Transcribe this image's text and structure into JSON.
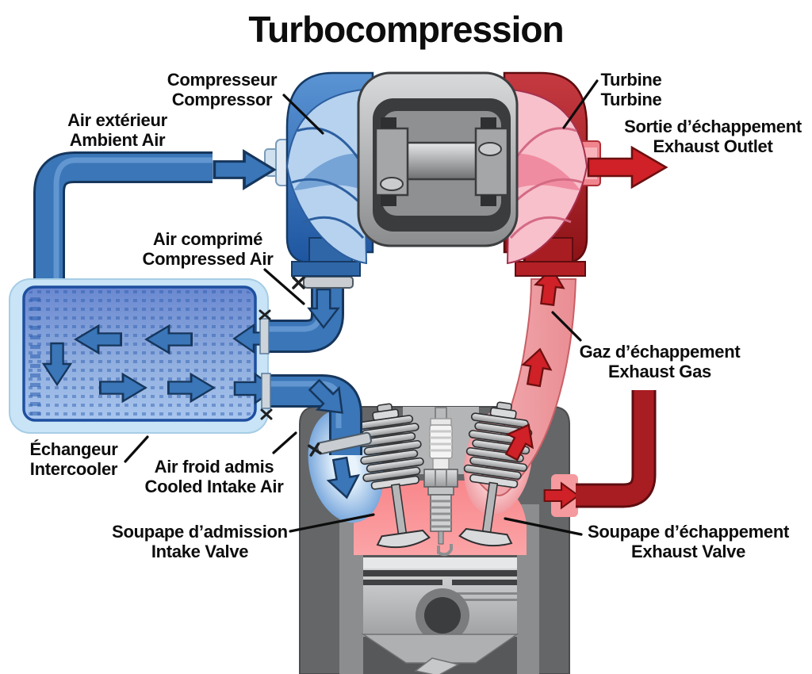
{
  "title": "Turbocompression",
  "labels": {
    "compressor": {
      "fr": "Compresseur",
      "en": "Compressor"
    },
    "turbine": {
      "fr": "Turbine",
      "en": "Turbine"
    },
    "ambient_air": {
      "fr": "Air extérieur",
      "en": "Ambient Air"
    },
    "exhaust_outlet": {
      "fr": "Sortie d’échappement",
      "en": "Exhaust Outlet"
    },
    "compressed_air": {
      "fr": "Air comprimé",
      "en": "Compressed Air"
    },
    "exhaust_gas": {
      "fr": "Gaz d’échappement",
      "en": "Exhaust Gas"
    },
    "intercooler": {
      "fr": "Échangeur",
      "en": "Intercooler"
    },
    "cooled_intake_air": {
      "fr": "Air froid admis",
      "en": "Cooled Intake Air"
    },
    "intake_valve": {
      "fr": "Soupape d’admission",
      "en": "Intake Valve"
    },
    "exhaust_valve": {
      "fr": "Soupape d’échappement",
      "en": "Exhaust Valve"
    }
  },
  "colors": {
    "intake_blue": "#3a76b8",
    "intake_blue_dark": "#16365c",
    "flow_red": "#cf2127",
    "exhaust_red": "#a81d22",
    "exhaust_pink": "#ee9a9e",
    "turbine_pink": "#f7c0cb",
    "intercooler_shell": "#c8e4f6",
    "housing_gray": "#aeb0b2",
    "engine_gray": "#646668",
    "chamber_pink": "#f98e92",
    "text_black": "#0d0d0d",
    "background": "#ffffff"
  }
}
